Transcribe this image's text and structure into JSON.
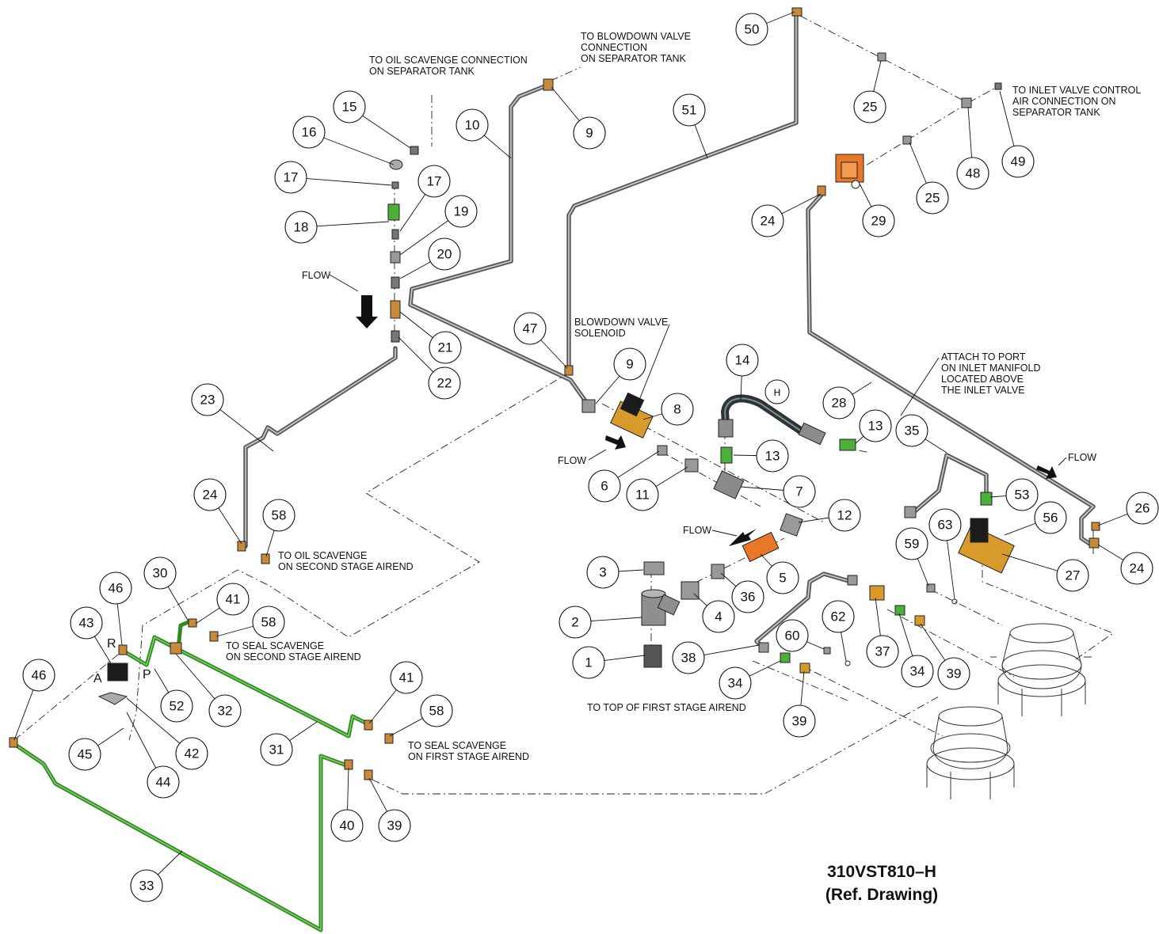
{
  "drawing": {
    "id": "310VST810–H",
    "ref": "(Ref. Drawing)"
  },
  "notes": {
    "oil_scavenge_sep_1": "TO OIL SCAVENGE CONNECTION",
    "oil_scavenge_sep_2": "ON SEPARATOR TANK",
    "blowdown_conn_1": "TO BLOWDOWN VALVE",
    "blowdown_conn_2": "CONNECTION",
    "blowdown_conn_3": "ON SEPARATOR TANK",
    "inlet_ctrl_1": "TO INLET VALVE CONTROL",
    "inlet_ctrl_2": "AIR CONNECTION ON",
    "inlet_ctrl_3": "SEPARATOR TANK",
    "blowdown_sol_1": "BLOWDOWN VALVE",
    "blowdown_sol_2": "SOLENOID",
    "attach_port_1": "ATTACH TO PORT",
    "attach_port_2": "ON INLET MANIFOLD",
    "attach_port_3": "LOCATED ABOVE",
    "attach_port_4": "THE INLET VALVE",
    "flow": "FLOW",
    "oil_scav_second_1": "TO OIL SCAVENGE",
    "oil_scav_second_2": "ON SECOND STAGE AIREND",
    "seal_second_1": "TO  SEAL SCAVENGE",
    "seal_second_2": "ON SECOND STAGE AIREND",
    "seal_first_1": "TO  SEAL SCAVENGE",
    "seal_first_2": "ON FIRST STAGE AIREND",
    "top_first_stage": "TO TOP OF FIRST STAGE AIREND",
    "port_r": "R",
    "port_a": "A",
    "port_p": "P",
    "hose_h": "H"
  },
  "callouts": {
    "c1": "1",
    "c2": "2",
    "c3": "3",
    "c4": "4",
    "c5": "5",
    "c6": "6",
    "c7": "7",
    "c8": "8",
    "c9a": "9",
    "c9b": "9",
    "c10": "10",
    "c11": "11",
    "c12": "12",
    "c13a": "13",
    "c13b": "13",
    "c14": "14",
    "c15": "15",
    "c16": "16",
    "c17a": "17",
    "c17b": "17",
    "c18": "18",
    "c19": "19",
    "c20": "20",
    "c21": "21",
    "c22": "22",
    "c23": "23",
    "c24a": "24",
    "c24b": "24",
    "c24c": "24",
    "c25a": "25",
    "c25b": "25",
    "c26": "26",
    "c27": "27",
    "c28": "28",
    "c29": "29",
    "c30": "30",
    "c31": "31",
    "c32": "32",
    "c33": "33",
    "c34a": "34",
    "c34b": "34",
    "c35": "35",
    "c36": "36",
    "c37": "37",
    "c38": "38",
    "c39a": "39",
    "c39b": "39",
    "c39c": "39",
    "c40": "40",
    "c41a": "41",
    "c41b": "41",
    "c42": "42",
    "c43": "43",
    "c44": "44",
    "c45": "45",
    "c46a": "46",
    "c46b": "46",
    "c47": "47",
    "c48": "48",
    "c49": "49",
    "c50": "50",
    "c51": "51",
    "c52": "52",
    "c53": "53",
    "c56": "56",
    "c58a": "58",
    "c58b": "58",
    "c58c": "58",
    "c59": "59",
    "c60": "60",
    "c62": "62",
    "c63": "63"
  },
  "colors": {
    "tube": "#5b5b5b",
    "green_tube": "#2f8a1f",
    "brass": "#d89a2a",
    "orange": "#e8772a",
    "green_fitting": "#4caf3a"
  }
}
